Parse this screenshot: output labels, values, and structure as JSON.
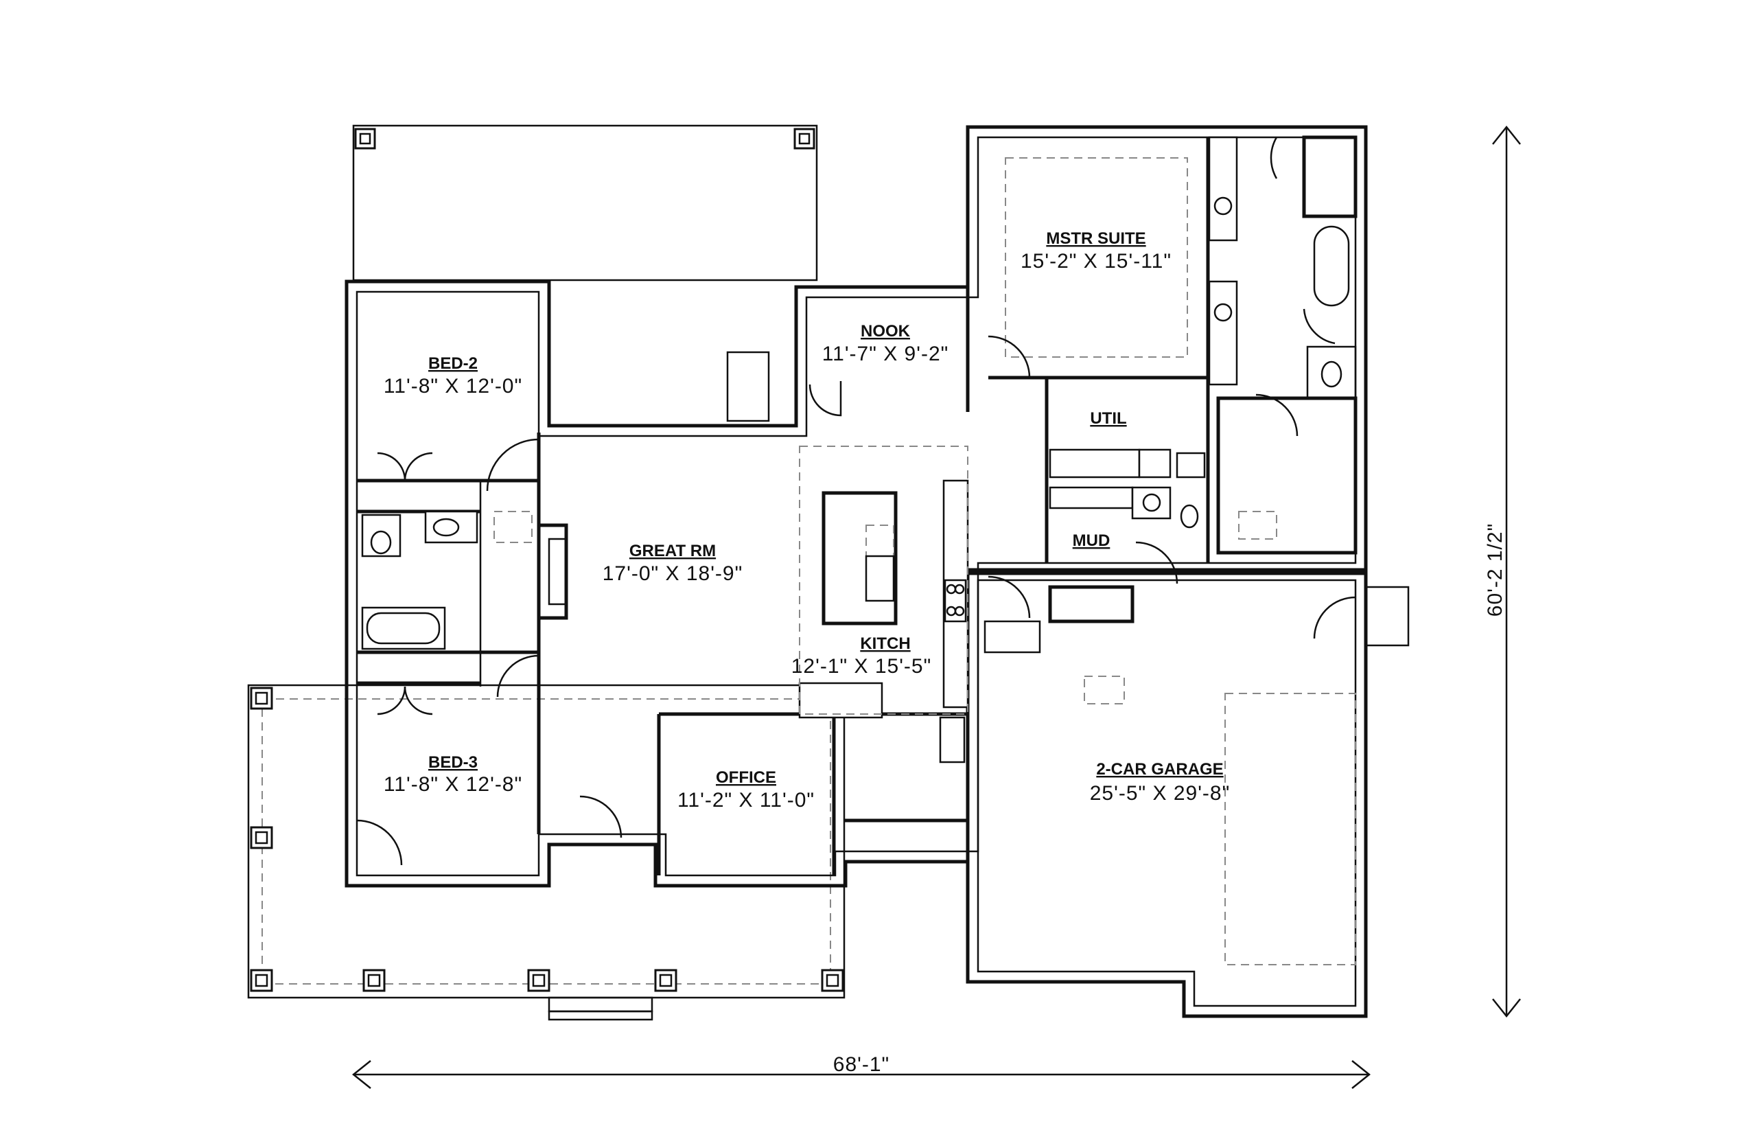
{
  "rooms": {
    "bed2": {
      "name": "BED-2",
      "size": "11'-8\" X 12'-0\""
    },
    "bed3": {
      "name": "BED-3",
      "size": "11'-8\" X 12'-8\""
    },
    "great": {
      "name": "GREAT RM",
      "size": "17'-0\" X 18'-9\""
    },
    "nook": {
      "name": "NOOK",
      "size": "11'-7\" X 9'-2\""
    },
    "kitch": {
      "name": "KITCH",
      "size": "12'-1\" X 15'-5\""
    },
    "office": {
      "name": "OFFICE",
      "size": "11'-2\" X 11'-0\""
    },
    "mstr": {
      "name": "MSTR SUITE",
      "size": "15'-2\" X 15'-11\""
    },
    "util": {
      "name": "UTIL"
    },
    "mud": {
      "name": "MUD"
    },
    "garage": {
      "name": "2-CAR GARAGE",
      "size": "25'-5\" X 29'-8\""
    }
  },
  "dimensions": {
    "width": "68'-1\"",
    "depth": "60'-2 1/2\""
  }
}
